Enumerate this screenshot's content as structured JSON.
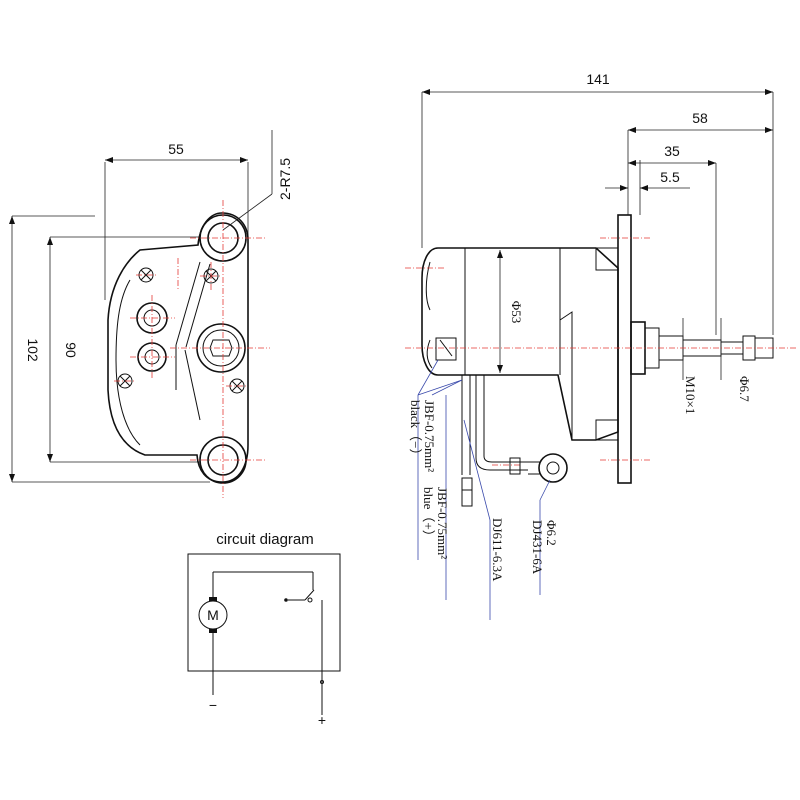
{
  "front_view": {
    "width_label": "55",
    "radius_label": "2-R7.5",
    "height_label": "102",
    "hole_spacing_label": "90"
  },
  "side_view": {
    "overall_length_label": "141",
    "shaft_length_label": "58",
    "shaft_seg_label": "35",
    "flange_label": "5.5",
    "diameter_label": "Φ53",
    "thread_label": "M10×1",
    "shaft_dia_label": "Φ6.7"
  },
  "wiring": {
    "wire1_spec": "JBF-0.75mm²",
    "wire1_color": "black（−）",
    "wire2_spec": "JBF-0.75mm²",
    "wire2_color": "blue（+）",
    "connector_spec": "DJ611-6.3A",
    "ring_terminal_dia": "Φ6.2",
    "ring_terminal_spec": "DJ431-6A"
  },
  "circuit": {
    "title": "circuit diagram",
    "motor_label": "M",
    "minus": "−",
    "plus": "+"
  },
  "colors": {
    "centerline": "#e53935",
    "leader": "#3949ab"
  }
}
